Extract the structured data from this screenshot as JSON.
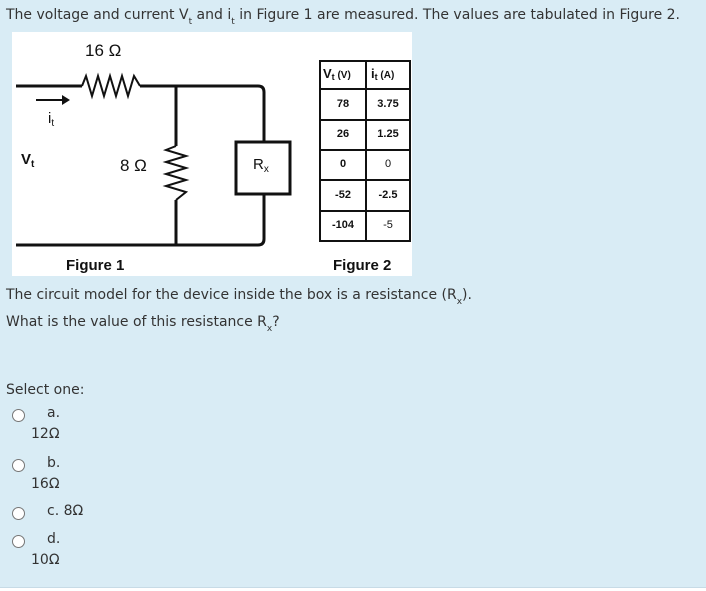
{
  "question": {
    "intro_a": "The voltage and current V",
    "intro_sub1": "t",
    "intro_b": " and i",
    "intro_sub2": "t",
    "intro_c": " in Figure 1 are measured.  The values are tabulated in Figure 2.",
    "model_a": "The circuit model for the device inside the box is a resistance (R",
    "model_sub": "x",
    "model_b": ").",
    "ask_a": "What is the value of this resistance R",
    "ask_sub": "x",
    "ask_b": "?"
  },
  "figure1": {
    "caption": "Figure 1",
    "r16_label": "16 Ω",
    "r8_label": "8 Ω",
    "vt_label": "V",
    "vt_sub": "t",
    "it_label": "i",
    "it_sub": "t",
    "rx_label": "R",
    "rx_sub": "x"
  },
  "figure2": {
    "caption": "Figure 2",
    "header_v": "V",
    "header_v_sub": "t",
    "header_v_unit": "(V)",
    "header_i": "i",
    "header_i_sub": "t",
    "header_i_unit": "(A)",
    "rows": [
      {
        "v": "78",
        "i": "3.75"
      },
      {
        "v": "26",
        "i": "1.25"
      },
      {
        "v": "0",
        "i": "0"
      },
      {
        "v": "-52",
        "i": "-2.5"
      },
      {
        "v": "-104",
        "i": "-5"
      }
    ]
  },
  "answers": {
    "prompt": "Select one:",
    "options": [
      {
        "letter": "a.",
        "value": "12Ω"
      },
      {
        "letter": "b.",
        "value": "16Ω"
      },
      {
        "letter": "c. 8Ω",
        "value": ""
      },
      {
        "letter": "d.",
        "value": "10Ω"
      }
    ]
  }
}
